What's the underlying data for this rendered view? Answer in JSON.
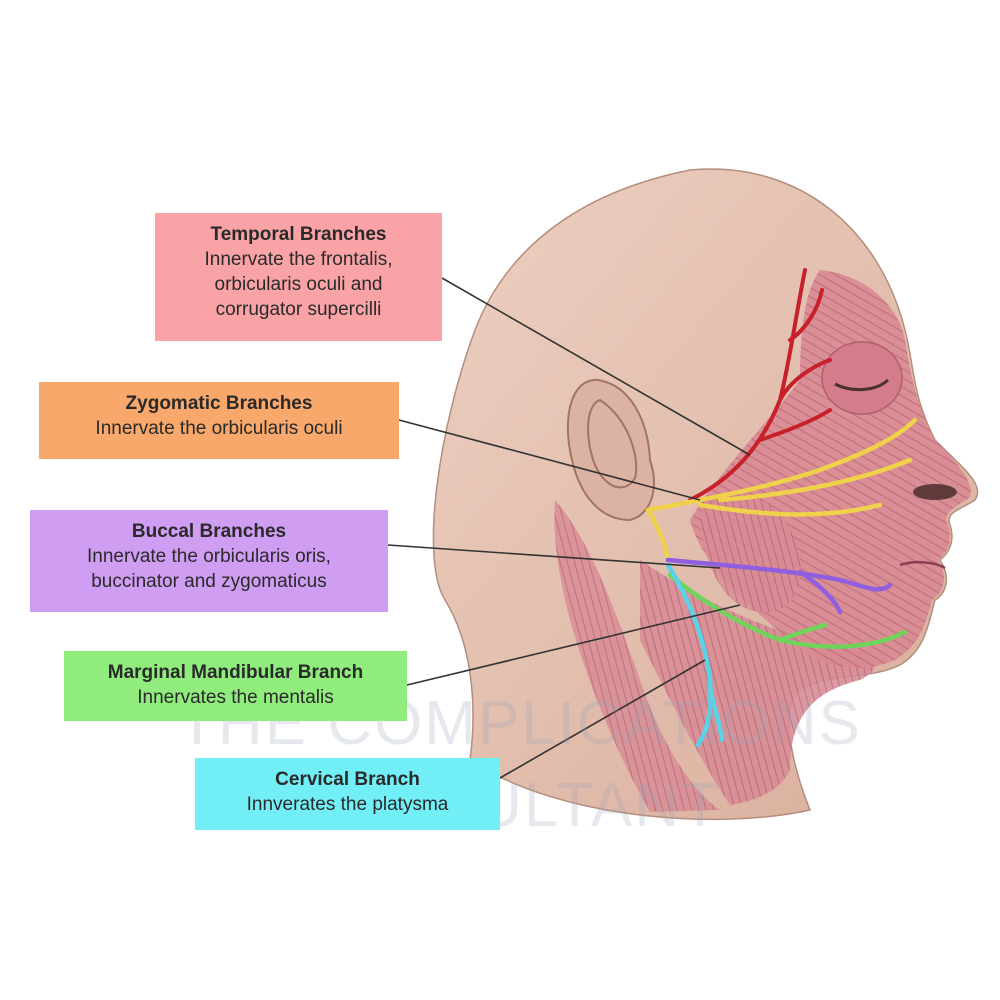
{
  "labels": {
    "temporal": {
      "title": "Temporal Branches",
      "lines": [
        "Innervate the frontalis,",
        "orbicularis oculi and",
        "corrugator supercilli"
      ]
    },
    "zygomatic": {
      "title": "Zygomatic Branches",
      "lines": [
        "Innervate the orbicularis oculi"
      ]
    },
    "buccal": {
      "title": "Buccal Branches",
      "lines": [
        "Innervate the orbicularis oris,",
        "buccinator and zygomaticus"
      ]
    },
    "marginal": {
      "title": "Marginal Mandibular Branch",
      "lines": [
        "Innervates the mentalis"
      ]
    },
    "cervical": {
      "title": "Cervical Branch",
      "lines": [
        "Innverates the platysma"
      ]
    }
  },
  "watermark": {
    "line1": "THE COMPLICATIONS",
    "line2": "CONSULTANT"
  },
  "colors": {
    "temporal": "#f9a3a6",
    "zygomatic": "#f7a86a",
    "buccal": "#cf9df2",
    "marginal": "#8fec7d",
    "cervical": "#72eef6",
    "nerve_temporal": "#c8202a",
    "nerve_zygomatic": "#f0d24a",
    "nerve_buccal": "#8f5fe0",
    "nerve_marginal": "#6fd45a",
    "nerve_cervical": "#58d3e8",
    "skin": "#e6c3b2",
    "muscle": "#d98a94"
  }
}
